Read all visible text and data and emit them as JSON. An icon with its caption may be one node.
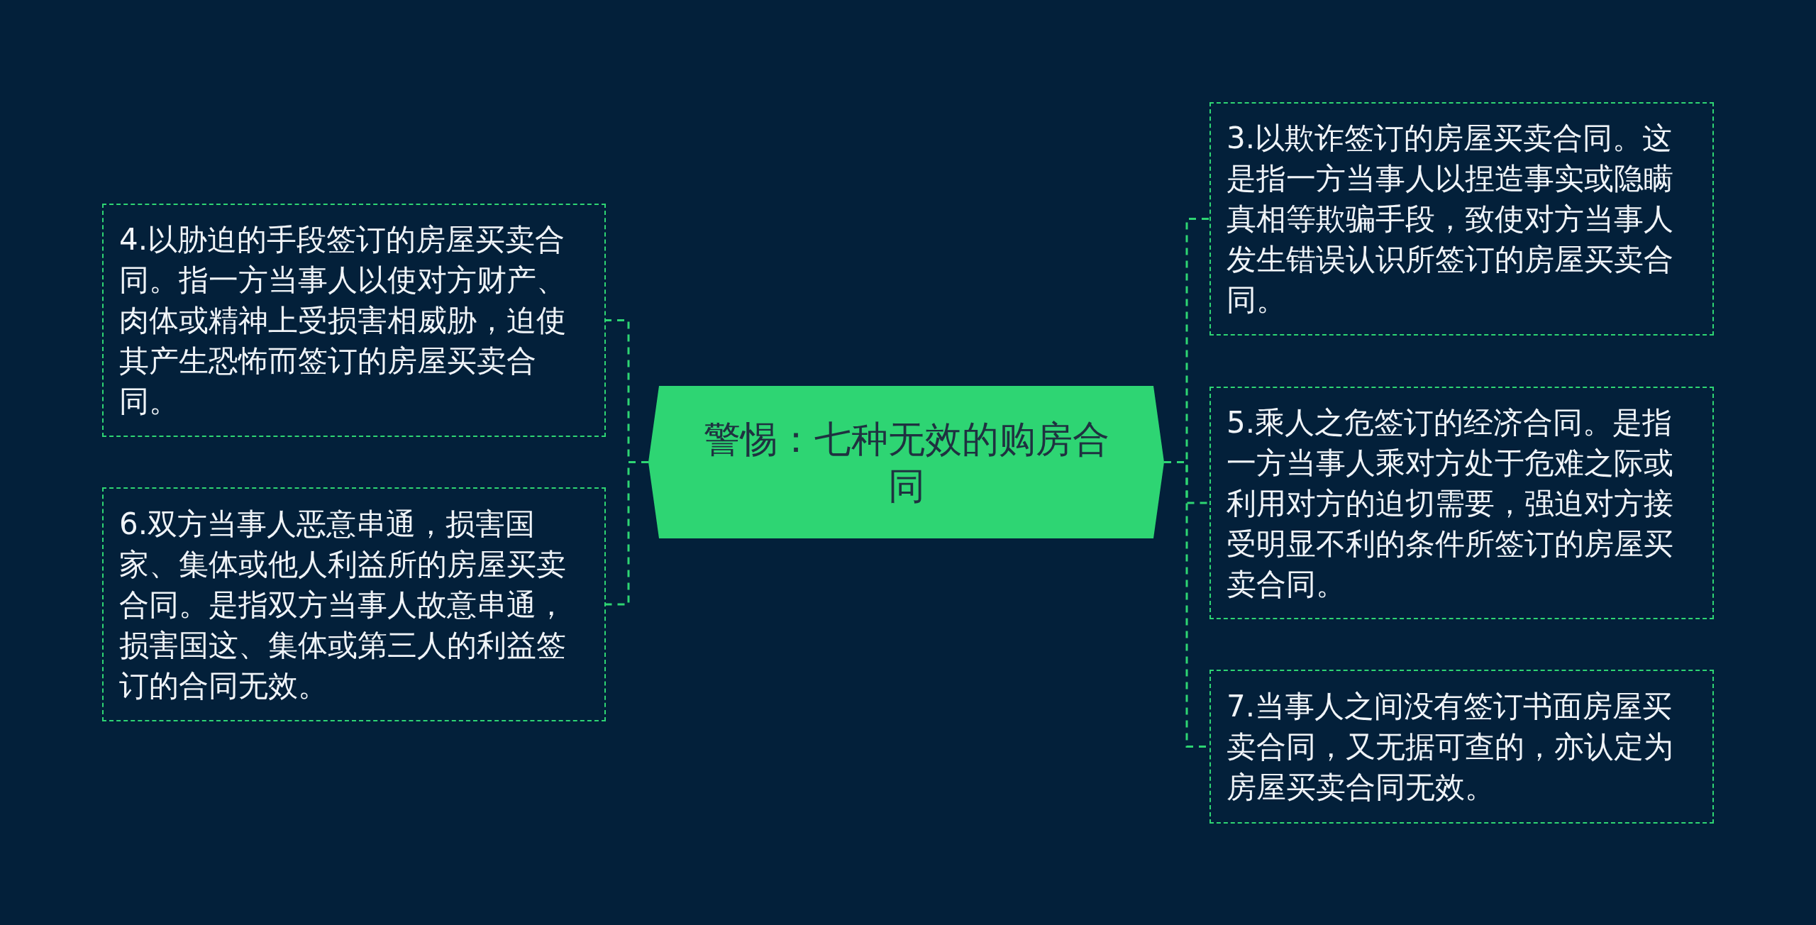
{
  "diagram": {
    "nodes": [
      {
        "text": [
          "警惕：七种无效的购房合同"
        ]
      },
      {
        "text": [
          "4.以胁迫的手段签订的房屋买卖合同。指一方当事人以使对方财产、肉体或精神上受损害相威胁，迫使其产生恐怖而签订的房屋买卖合同。"
        ]
      },
      {
        "text": [
          "6.双方当事人恶意串通，损害国家、集体或他人利益所的房屋买卖合同。是指双方当事人故意串通，损害国这、集体或第三人的利益签订的合同无效。"
        ]
      },
      {
        "text": [
          "3.以欺诈签订的房屋买卖合同。这是指一方当事人以捏造事实或隐瞒真相等欺骗手段，致使对方当事人发生错误认识所签订的房屋买卖合同。"
        ]
      },
      {
        "text": [
          "5.乘人之危签订的经济合同。是指一方当事人乘对方处于危难之际或利用对方的迫切需要，强迫对方接受明显不利的条件所签订的房屋买卖合同。"
        ]
      },
      {
        "text": [
          "7.当事人之间没有签订书面房屋买卖合同，又无据可查的，亦认定为房屋买卖合同无效。"
        ]
      }
    ],
    "edges": [
      {
        "from": 0,
        "to": 1,
        "arrow": "none"
      },
      {
        "from": 0,
        "to": 2,
        "arrow": "none"
      },
      {
        "from": 0,
        "to": 3,
        "arrow": "none"
      },
      {
        "from": 0,
        "to": 4,
        "arrow": "none"
      },
      {
        "from": 0,
        "to": 5,
        "arrow": "none"
      }
    ]
  }
}
